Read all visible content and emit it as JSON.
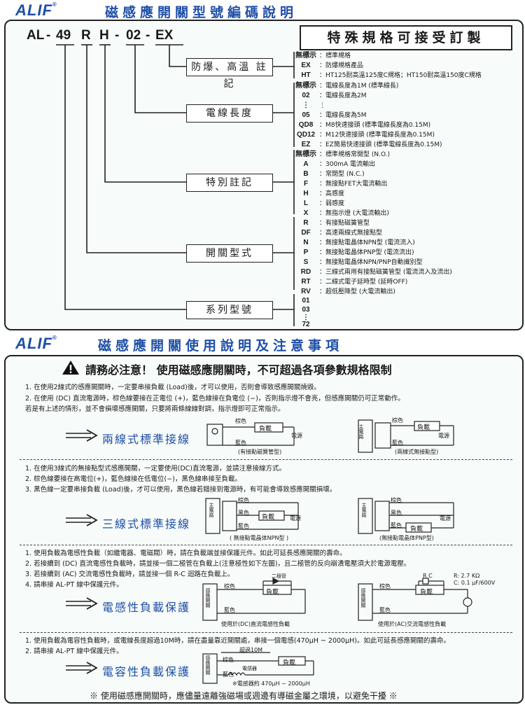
{
  "brand": {
    "logo_text": "ALIF",
    "reg": "®"
  },
  "section1": {
    "title": "磁感應開關型號編碼說明",
    "model_parts": [
      "AL",
      "-",
      "49",
      "R",
      "H",
      "-",
      "02",
      "-",
      "EX"
    ],
    "special_order": "特殊規格可接受訂製",
    "categories": {
      "explosion": "防爆、高溫 註記",
      "cable": "電線長度",
      "special": "特別註記",
      "switch": "開關型式",
      "series": "系列型號"
    },
    "options": [
      {
        "code": "無標示",
        "desc": "：標準規格"
      },
      {
        "code": "EX",
        "desc": "：防爆規格產品"
      },
      {
        "code": "HT",
        "desc": "：HT125耐高溫125度C規格；HT150耐高溫150度C規格"
      },
      {
        "code": "無標示",
        "desc": "：電線長度為1M (標準線長)"
      },
      {
        "code": "02",
        "desc": "：電線長度為2M"
      },
      {
        "code": "⋮",
        "desc": "    ⋮"
      },
      {
        "code": "05",
        "desc": "：電線長度為5M"
      },
      {
        "code": "QD8",
        "desc": "：M8快速接頭 (標準電線長度為0.15M)"
      },
      {
        "code": "QD12",
        "desc": "：M12快速接頭 (標準電線長度為0.15M)"
      },
      {
        "code": "EZ",
        "desc": "：EZ簡易快速接頭 (標準電線長度為0.15M)"
      },
      {
        "code": "無標示",
        "desc": "：標準規格常開型 (N.O.)"
      },
      {
        "code": "A",
        "desc": "：300mA 電流輸出"
      },
      {
        "code": "B",
        "desc": "：常閉型 (N.C.)"
      },
      {
        "code": "F",
        "desc": "：無接點FET大電流輸出"
      },
      {
        "code": "H",
        "desc": "：高感度"
      },
      {
        "code": "L",
        "desc": "：弱感度"
      },
      {
        "code": "X",
        "desc": "：無指示燈 (大電流輸出)"
      },
      {
        "code": "R",
        "desc": "：有接點磁簧管型"
      },
      {
        "code": "DF",
        "desc": "：高速兩線式無接點型"
      },
      {
        "code": "N",
        "desc": "：無接點電晶体NPN型 (電流流入)"
      },
      {
        "code": "P",
        "desc": "：無接點電晶体PNP型 (電流流出)"
      },
      {
        "code": "S",
        "desc": "：無接點電晶体NPN/PNP自動識別型"
      },
      {
        "code": "RD",
        "desc": "：三線式兩用有接點磁簧管型 (電流流入及流出)"
      },
      {
        "code": "RT",
        "desc": "：二線式電子延時型 (延時OFF)"
      },
      {
        "code": "RV",
        "desc": "：超低壓降型 (大電流輸出)"
      },
      {
        "code": "01",
        "desc": ""
      },
      {
        "code": "03",
        "desc": ""
      },
      {
        "code": "⋮",
        "desc": ""
      },
      {
        "code": "72",
        "desc": ""
      }
    ]
  },
  "section2": {
    "title": "磁感應開關使用說明及注意事項",
    "warning": "請務必注意！ 使用磁感應開關時，不可超過各項參數規格限制",
    "blocks": [
      {
        "label": "兩線式標準接線",
        "lines": [
          "1. 在使用2線式的感應開關時，一定要串接負載 (Load)後，才可以使用，否則會導致感應開關燒毀。",
          "2. 在使用 (DC) 直流電源時，棕色線要接在正電位 (+)，藍色線接在負電位 (−)，否則指示燈不會亮，但感應開關仍可正常動作。",
          "    若是有上述的情形，並不會損壞感應開關，只要將兩條線線對調，指示燈即可正常指示。"
        ],
        "diagram_left_caption": "(有接點磁簧管型)",
        "diagram_right_caption": "(兩線式無接點型)"
      },
      {
        "label": "三線式標準接線",
        "lines": [
          "1. 在使用3線式的無接點型式感應開關，一定要使用(DC)直流電源，並請注意接線方式。",
          "2. 棕色線要接在高電位(+)，藍色線接在低電位(−)，黑色線串接至負載。",
          "3. 黑色線一定要串接負載 (Load)後，才可以使用，黑色線若錯接到電源時，有可能會導致感應開關損壞。"
        ],
        "diagram_left_caption": "( 無接點電晶体NPN型 )",
        "diagram_right_caption": "(無接點電晶体PNP型)"
      },
      {
        "label": "電感性負載保護",
        "lines": [
          "1. 使用負載為電感性負載（如繼電器、電磁閥）時，請在負載端並接保護元件。如此可延長感應開關的壽命。",
          "2. 若接續到 (DC) 直流電感性負載時，請並接一個二極管在負載上(注意極性如下左圖)，且二極管的反向崩潰電壓須大於電源電壓。",
          "3. 若接續到 (AC) 交流電感性負載時，請並接一個 R-C 迴路在負載上。",
          "4. 請串接 AL-PT 線中保護元件。"
        ],
        "diagram_left_caption": "使用於(DC)直流電感性負載",
        "diagram_right_caption": "使用於(AC)交流電感性負載",
        "diode_label": "二極管",
        "rc_values": "R: 2.7 KΩ\nC: 0.1 μF/600V",
        "rc_rc": "R   C"
      },
      {
        "label": "電容性負載保護",
        "lines": [
          "1. 使用負載為電容性負載時，或電線長度超過10M時，請在盡量靠近開關處，串接一個電感(470μH ~ 2000μH)。如此可延長感應開關的壽命。",
          "2. 請串接 AL-PT 線中保護元件。"
        ],
        "over10m": "超過10M",
        "inductor": "電感器",
        "inductor_note": "※電感器約 470μH ~ 2000μH"
      }
    ],
    "wire_labels": {
      "brown": "棕色",
      "blue": "藍色",
      "black": "黑色",
      "load": "負載",
      "power": "電源",
      "plus": "+",
      "minus": "−",
      "main_circuit": "主電路",
      "sensor_switch": "感應開關"
    },
    "footer": "※ 使用磁感應開關時，應儘量遠離強磁場或週邊有導磁金屬之環境，以避免干擾 ※"
  },
  "colors": {
    "brand_blue": "#1f4fa8",
    "panel_bg": "#f7fbf9",
    "line": "#222222"
  }
}
